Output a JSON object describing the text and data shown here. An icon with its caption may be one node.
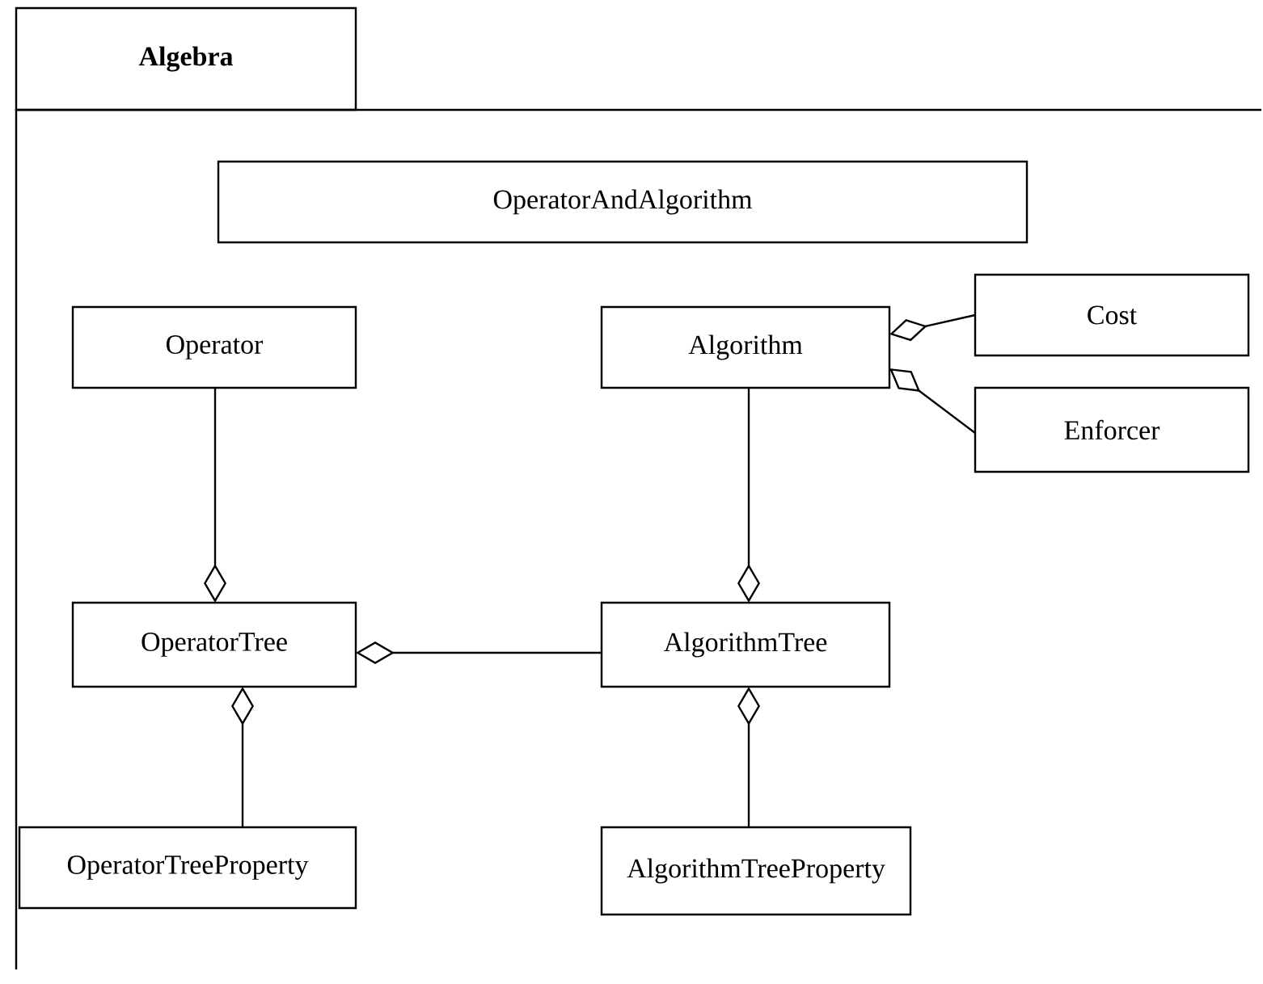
{
  "diagram": {
    "nodes": [
      {
        "text": [
          "Algebra"
        ]
      },
      {
        "text": [
          "OperatorAndAlgorithm"
        ],
        "in": 0
      },
      {
        "text": [
          "Operator"
        ],
        "in": 0
      },
      {
        "text": [
          "Algorithm"
        ],
        "in": 0
      },
      {
        "text": [
          "Cost"
        ],
        "in": 0
      },
      {
        "text": [
          "Enforcer"
        ],
        "in": 0
      },
      {
        "text": [
          "OperatorTree"
        ],
        "in": 0
      },
      {
        "text": [
          "AlgorithmTree"
        ],
        "in": 0
      },
      {
        "text": [
          "OperatorTreeProperty"
        ],
        "in": 0
      },
      {
        "text": [
          "AlgorithmTreeProperty"
        ],
        "in": 0
      }
    ],
    "edges": [
      {
        "from": 4,
        "to": 3,
        "arrow": "other"
      },
      {
        "from": 5,
        "to": 3,
        "arrow": "other"
      },
      {
        "from": 2,
        "to": 6,
        "arrow": "other"
      },
      {
        "from": 3,
        "to": 7,
        "arrow": "other"
      },
      {
        "from": 7,
        "to": 6,
        "arrow": "other"
      },
      {
        "from": 8,
        "to": 6,
        "arrow": "other"
      },
      {
        "from": 9,
        "to": 7,
        "arrow": "other"
      }
    ]
  }
}
